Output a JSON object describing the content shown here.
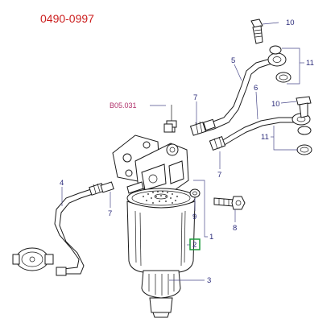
{
  "diagram": {
    "part_number": "0490-0997",
    "reference": "B05.031",
    "callouts": {
      "c1": "1",
      "c2": "2",
      "c3": "3",
      "c4": "4",
      "c5": "5",
      "c6": "6",
      "c7a": "7",
      "c7b": "7",
      "c7c": "7",
      "c8": "8",
      "c9": "9",
      "c10a": "10",
      "c10b": "10",
      "c11a": "11",
      "c11b": "11"
    },
    "highlighted_callout": "2",
    "colors": {
      "title": "#cc1f1f",
      "callout": "#2b2b7a",
      "reference": "#b0306a",
      "highlight": "#1a9a3a"
    }
  }
}
